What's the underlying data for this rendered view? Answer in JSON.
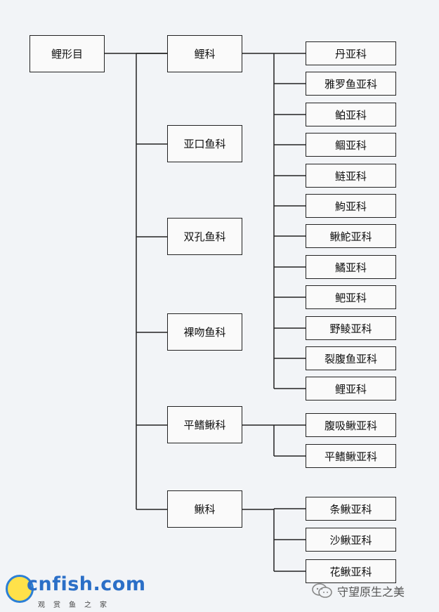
{
  "diagram": {
    "root": {
      "label": "鲤形目"
    },
    "families": [
      {
        "label": "鲤科",
        "subfamilies": [
          "丹亚科",
          "雅罗鱼亚科",
          "鲌亚科",
          "鲴亚科",
          "鲢亚科",
          "鮈亚科",
          "鳅鮀亚科",
          "鱊亚科",
          "鲃亚科",
          "野鲮亚科",
          "裂腹鱼亚科",
          "鲤亚科"
        ]
      },
      {
        "label": "亚口鱼科",
        "subfamilies": []
      },
      {
        "label": "双孔鱼科",
        "subfamilies": []
      },
      {
        "label": "裸吻鱼科",
        "subfamilies": []
      },
      {
        "label": "平鳍鳅科",
        "subfamilies": [
          "腹吸鳅亚科",
          "平鳍鳅亚科"
        ]
      },
      {
        "label": "鳅科",
        "subfamilies": [
          "条鳅亚科",
          "沙鳅亚科",
          "花鳅亚科"
        ]
      }
    ]
  },
  "watermark": {
    "logo_text": "cnfish.com",
    "logo_slogan": "观赏鱼之家",
    "account": "守望原生之美",
    "icon": "wechat-icon"
  },
  "colors": {
    "background": "#f2f4f7",
    "line": "#222222",
    "box_fill": "#fafafa"
  }
}
